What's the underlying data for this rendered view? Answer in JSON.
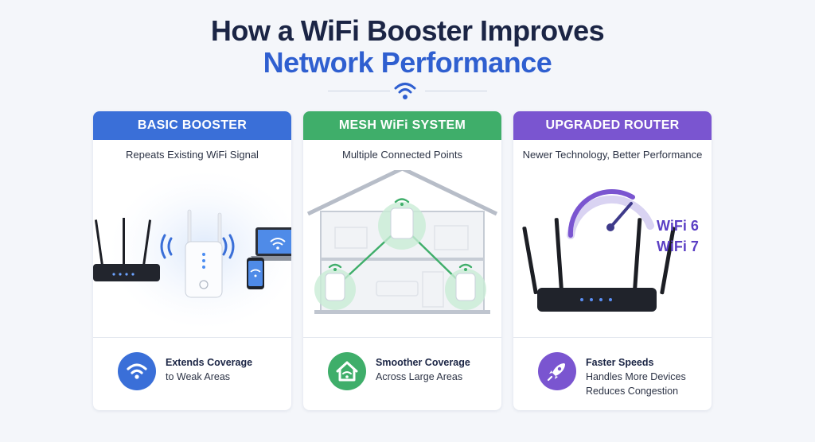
{
  "header": {
    "title_line1": "How a WiFi Booster Improves",
    "title_line2": "Network Performance"
  },
  "colors": {
    "basic": "#3a6fd8",
    "mesh": "#3fae6a",
    "upgraded": "#7a55d0"
  },
  "cards": [
    {
      "heading": "BASIC BOOSTER",
      "subtitle": "Repeats Existing WiFi Signal",
      "feature_icon": "wifi-icon",
      "features": [
        "Extends Coverage",
        "to Weak Areas"
      ]
    },
    {
      "heading": "MESH WiFi SYSTEM",
      "subtitle": "Multiple Connected Points",
      "feature_icon": "home-wifi-icon",
      "features": [
        "Smoother Coverage",
        "Across Large Areas"
      ]
    },
    {
      "heading": "UPGRADED ROUTER",
      "subtitle": "Newer Technology, Better Performance",
      "labels": [
        "WiFi 6",
        "WiFi 7"
      ],
      "feature_icon": "rocket-icon",
      "features": [
        "Faster Speeds",
        "Handles More Devices",
        "Reduces Congestion"
      ]
    }
  ]
}
